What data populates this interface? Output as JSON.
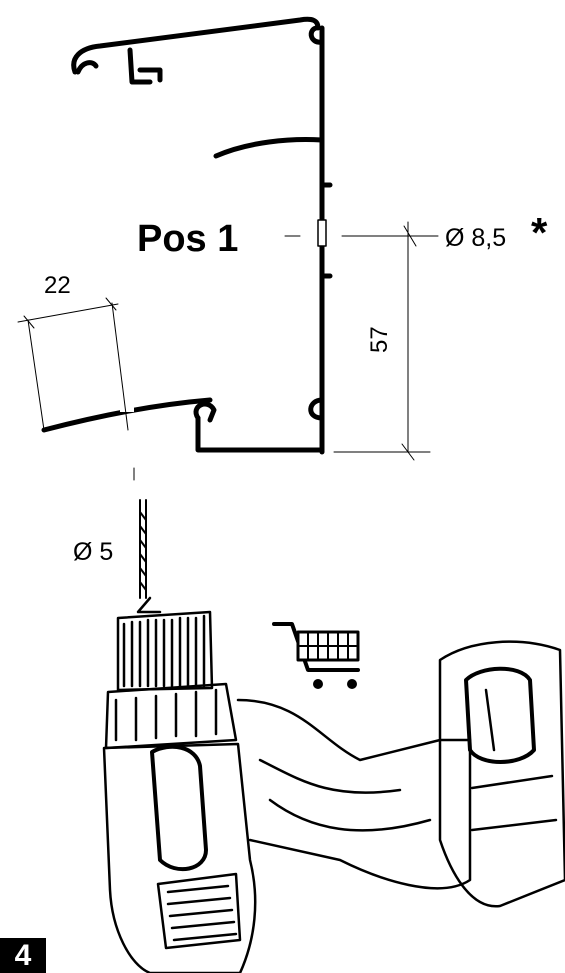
{
  "labels": {
    "position": "Pos 1",
    "hole_diameter": "Ø 8,5",
    "note_marker": "*",
    "dim_width": "22",
    "dim_height": "57",
    "drill_bit": "Ø 5"
  },
  "page_number": "4",
  "icons": {
    "cart": "shopping-cart-icon",
    "drill": "cordless-drill-illustration"
  },
  "colors": {
    "ink": "#000000",
    "paper": "#ffffff"
  }
}
